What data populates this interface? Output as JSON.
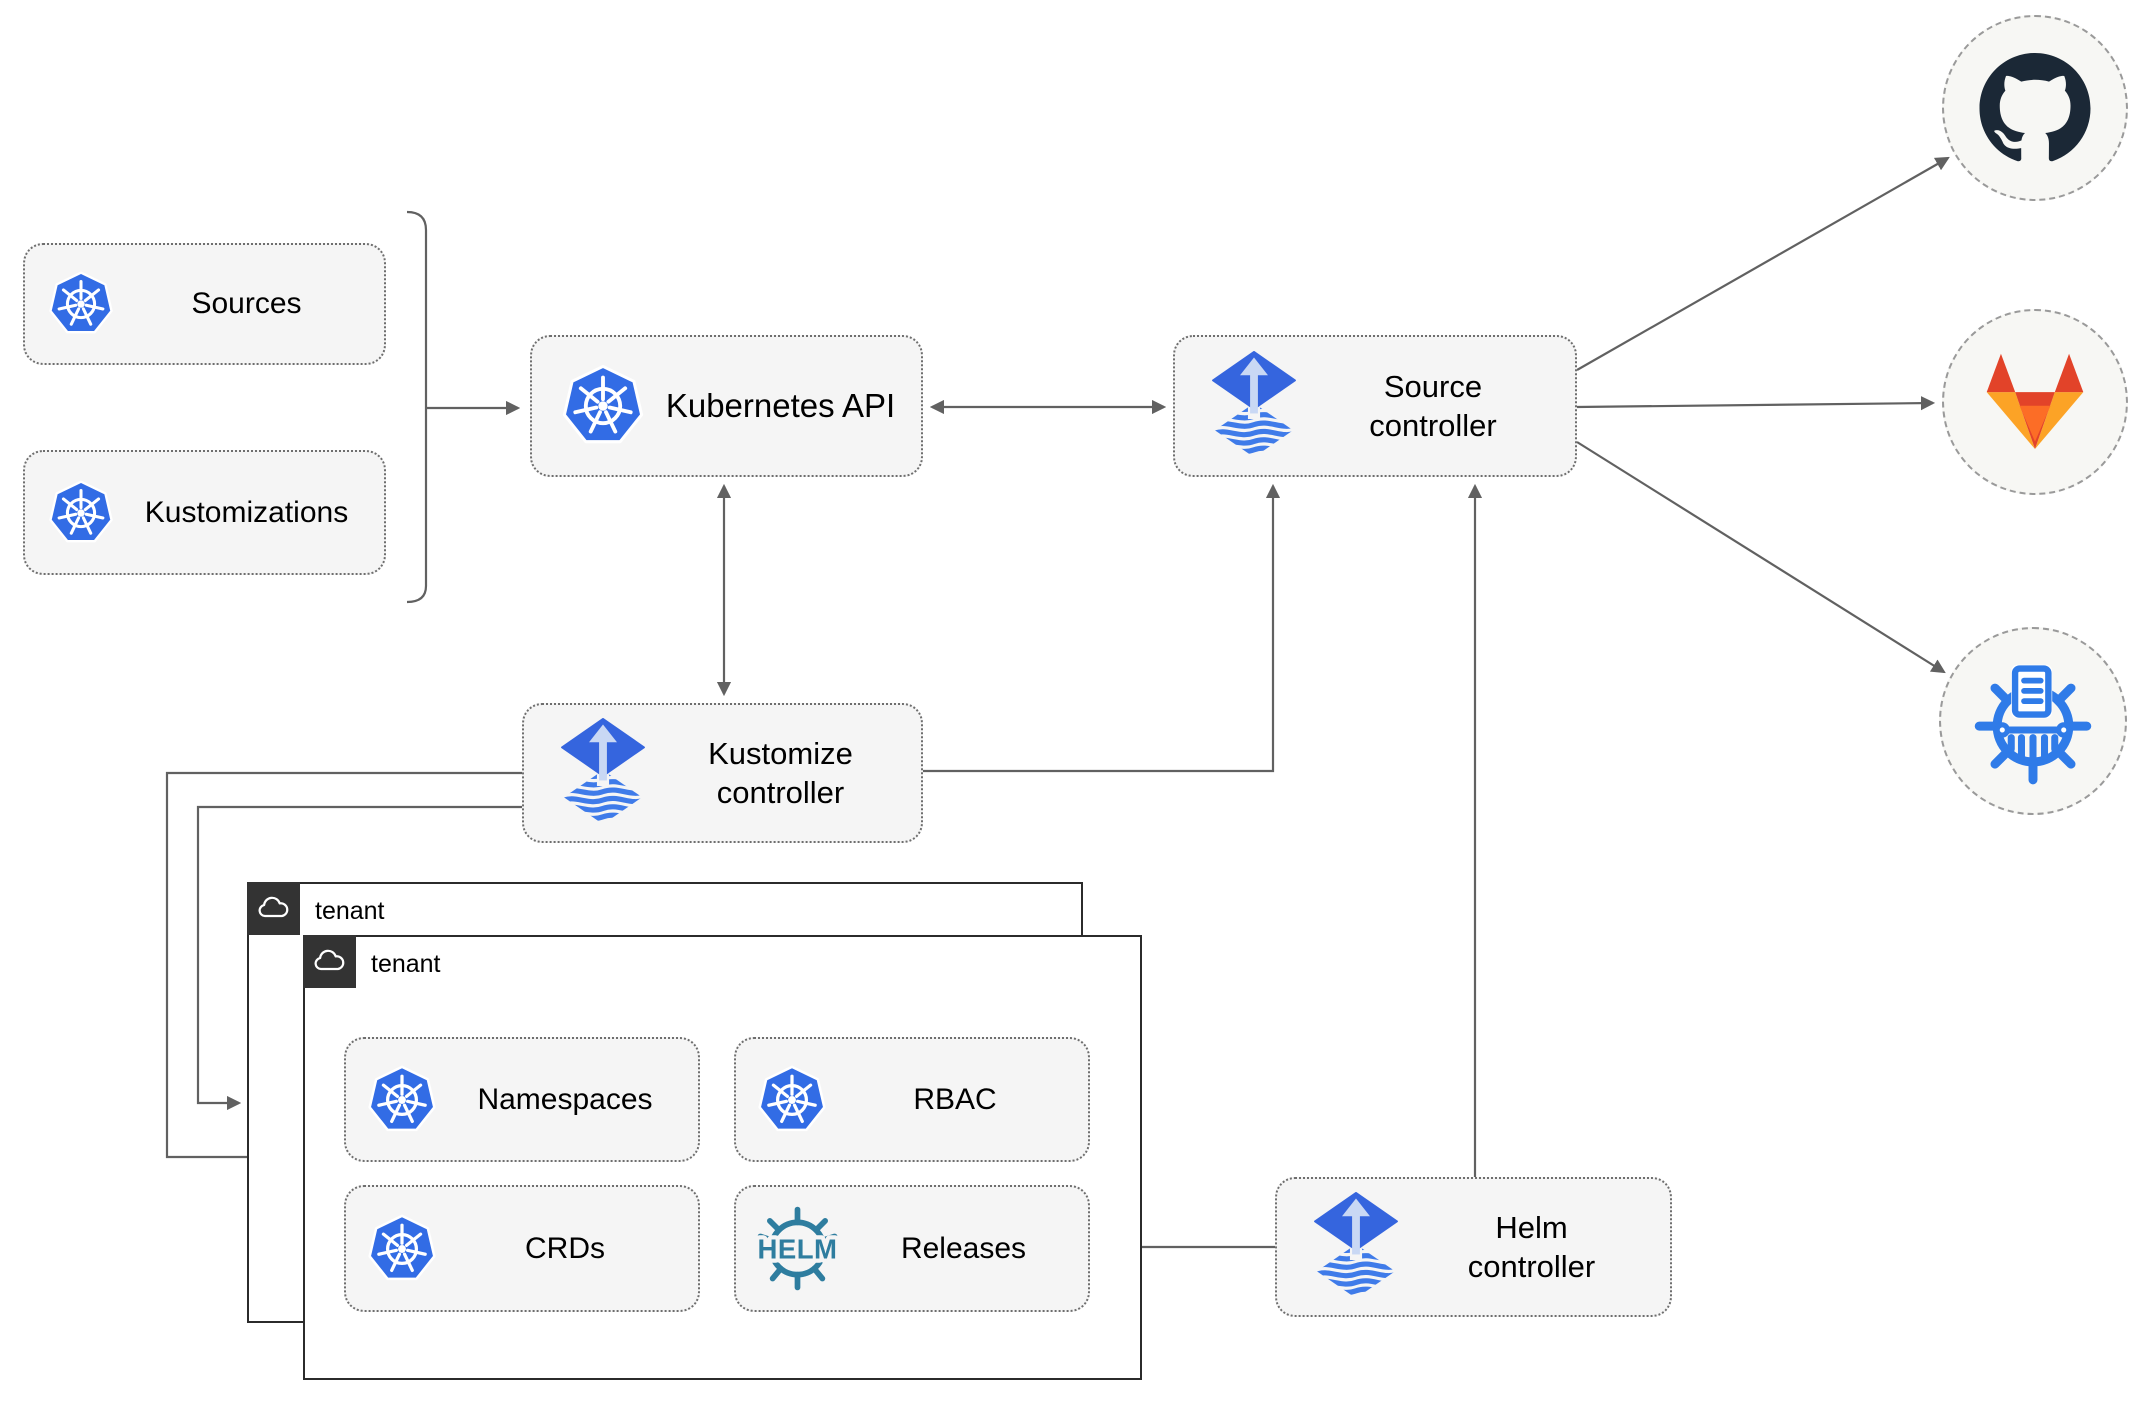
{
  "nodes": {
    "sources": {
      "label": "Sources"
    },
    "kustomizations": {
      "label": "Kustomizations"
    },
    "kubernetes_api": {
      "label": "Kubernetes API"
    },
    "source_controller": {
      "label": "Source controller"
    },
    "kustomize_controller": {
      "label": "Kustomize controller"
    },
    "helm_controller": {
      "label": "Helm controller"
    },
    "namespaces": {
      "label": "Namespaces"
    },
    "rbac": {
      "label": "RBAC"
    },
    "crds": {
      "label": "CRDs"
    },
    "releases": {
      "label": "Releases"
    }
  },
  "groups": {
    "tenant_back": {
      "label": "tenant"
    },
    "tenant_front": {
      "label": "tenant"
    }
  },
  "logos": {
    "helm_wheel_text": "HELM",
    "github": "github-icon",
    "gitlab": "gitlab-icon",
    "chart_repository": "chartmuseum-icon",
    "kubernetes": "kubernetes-icon",
    "flux": "flux-icon",
    "cloud": "cloud-icon"
  },
  "colors": {
    "kubernetes_blue": "#326CE5",
    "flux_blue": "#3565DE",
    "flux_arrow_light": "#C9D8F4",
    "flux_stripe": "#3F7BE9",
    "helm_teal": "#2E7D9F",
    "github_dark": "#1B2836",
    "gitlab_red": "#E24329",
    "gitlab_orange": "#FC6D26",
    "gitlab_yellow": "#FCA326",
    "chartmuseum_blue": "#2F7BE8",
    "connector_gray": "#616161",
    "node_background": "#F5F5F5",
    "tenant_tab_dark": "#333333"
  }
}
